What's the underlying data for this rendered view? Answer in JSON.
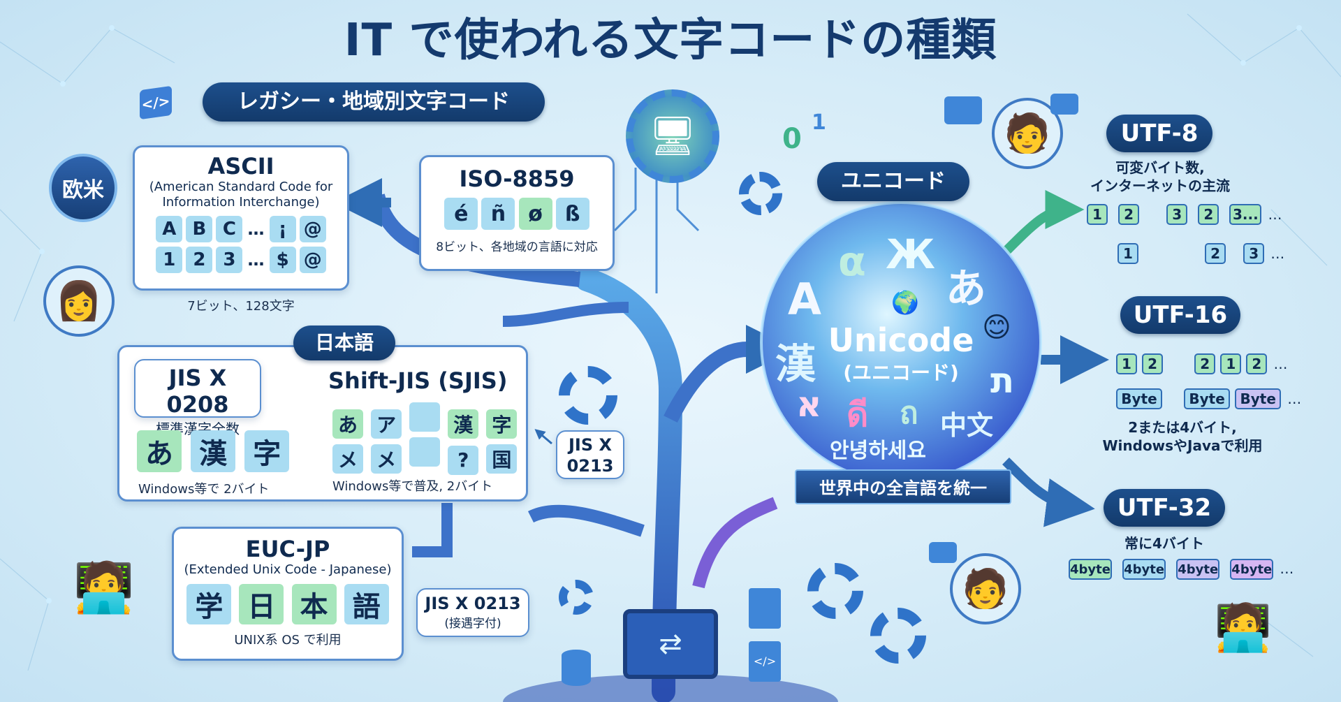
{
  "title": "IT で使われる文字コードの種類",
  "legacy_header": "レガシー・地域別文字コード",
  "region_badge": "欧米",
  "ascii": {
    "name": "ASCII",
    "full_name": "(American Standard Code for Information Interchange)",
    "row1": [
      "A",
      "B",
      "C",
      "…",
      "¡",
      "@"
    ],
    "row2": [
      "1",
      "2",
      "3",
      "…",
      "$",
      "@"
    ],
    "caption": "7ビット、128文字"
  },
  "iso": {
    "name": "ISO-8859",
    "chars": [
      "é",
      "ñ",
      "ø",
      "ß"
    ],
    "caption": "8ビット、各地域の言語に対応"
  },
  "japanese_header": "日本語",
  "jis0208": {
    "name": "JIS X 0208",
    "sub": "標準漢字全数",
    "chars": [
      "あ",
      "漢",
      "字"
    ],
    "caption": "Windows等で 2バイト"
  },
  "sjis": {
    "name": "Shift-JIS (SJIS)",
    "row1": [
      "あ",
      "ア",
      "",
      "漢",
      "字"
    ],
    "row2": [
      "メ",
      "メ",
      "",
      "?",
      "国"
    ],
    "caption": "Windows等で普及, 2バイト"
  },
  "jis0213_tag": "JIS X 0213",
  "eucjp": {
    "name": "EUC-JP",
    "full_name": "(Extended Unix Code - Japanese)",
    "chars": [
      "学",
      "日",
      "本",
      "語"
    ],
    "caption": "UNIX系 OS で利用"
  },
  "jis0213_ext": {
    "name": "JIS X 0213",
    "sub": "(接遇字付)"
  },
  "unicode_header": "ユニコード",
  "unicode": {
    "name": "Unicode",
    "reading": "(ユニコード)",
    "glyphs": [
      "A",
      "α",
      "Ж",
      "あ",
      "漢",
      "ת",
      "א",
      "ดี",
      "ถ",
      "中文",
      "안녕하세요"
    ],
    "banner": "世界中の全言語を統一"
  },
  "utf8": {
    "name": "UTF-8",
    "desc_line1": "可変バイト数,",
    "desc_line2": "インターネットの主流",
    "row1": [
      "1",
      "2",
      "3",
      "2",
      "3...",
      "…"
    ],
    "row2": [
      "1",
      "2",
      "3",
      "…"
    ]
  },
  "utf16": {
    "name": "UTF-16",
    "row1": [
      "1",
      "2",
      "2",
      "1",
      "2",
      "…"
    ],
    "row2": [
      "Byte",
      "Byte",
      "Byte",
      "…"
    ],
    "desc_line1": "2または4バイト,",
    "desc_line2": "WindowsやJavaで利用"
  },
  "utf32": {
    "name": "UTF-32",
    "desc": "常に4バイト",
    "cells": [
      "4byte",
      "4byte",
      "4byte",
      "4byte",
      "…"
    ]
  },
  "decor": {
    "digit_zero": "0",
    "digit_one": "1"
  },
  "colors": {
    "pill": "#1d4f8c",
    "card_border": "#5b8fd0",
    "arrow": "#2f6db5",
    "green": "#a7e6bc",
    "blue": "#a9dcf2",
    "purple": "#d6b6f2"
  }
}
